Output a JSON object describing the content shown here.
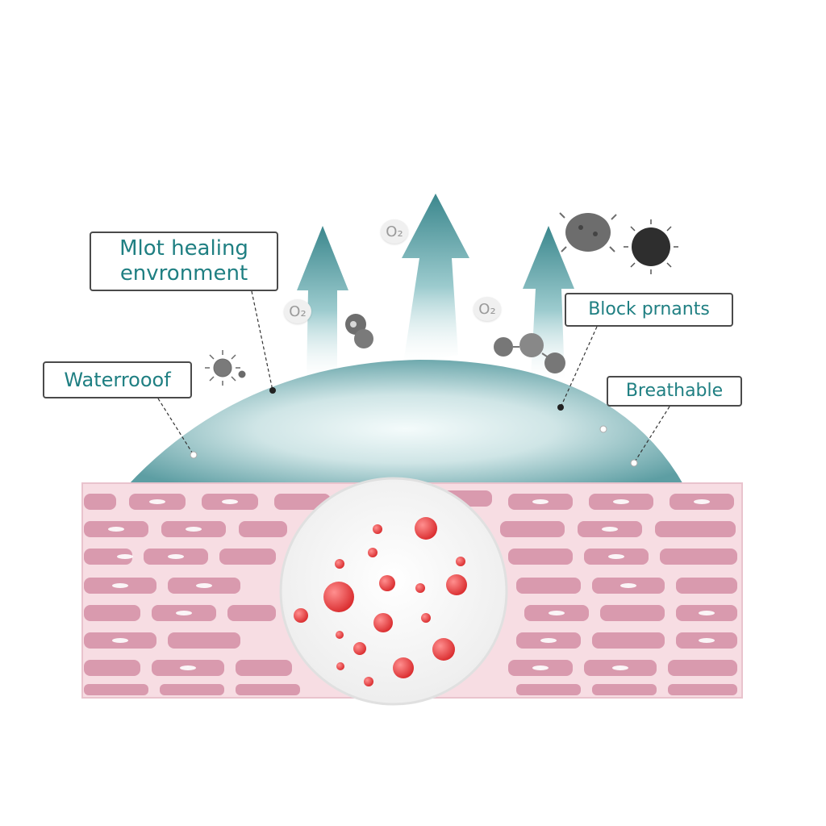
{
  "labels": {
    "moist_line1": "Mlot healing",
    "moist_line2": "envronment",
    "waterproof": "Waterrooof",
    "block": "Block prnants",
    "breathable": "Breathable"
  },
  "o2_text": "O₂",
  "icons": [
    "arrow-up-icon",
    "virus-icon",
    "bacteria-icon",
    "germ-icon",
    "oxygen-bubble-icon",
    "wound-particle-icon"
  ],
  "colors": {
    "dressing_teal": "#4e9aa0",
    "arrow_teal": "#3d8a90",
    "label_text": "#1f7f82",
    "skin_pink": "#d99aae",
    "skin_bg": "#f7dde3",
    "wound_red": "#e2393a",
    "germ_gray": "#6b6b6b"
  }
}
